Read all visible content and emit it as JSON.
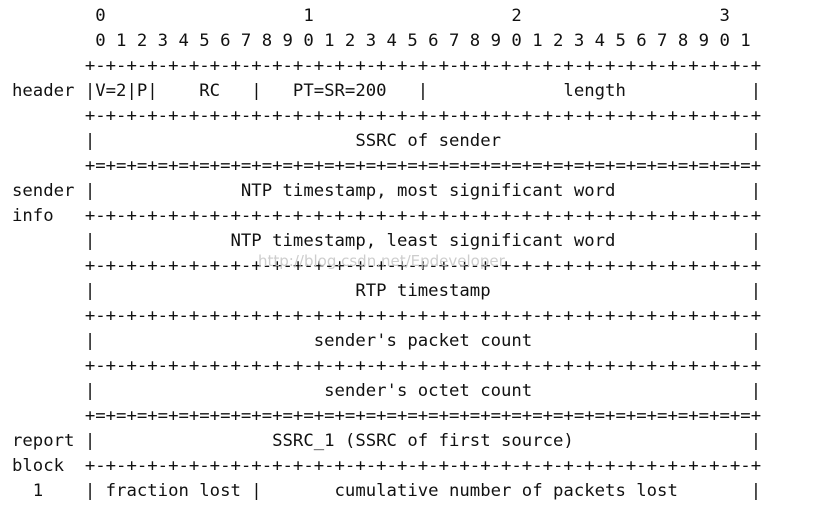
{
  "diagram": {
    "lines": [
      "        0                   1                   2                   3",
      "        0 1 2 3 4 5 6 7 8 9 0 1 2 3 4 5 6 7 8 9 0 1 2 3 4 5 6 7 8 9 0 1",
      "       +-+-+-+-+-+-+-+-+-+-+-+-+-+-+-+-+-+-+-+-+-+-+-+-+-+-+-+-+-+-+-+-+",
      "header |V=2|P|    RC   |   PT=SR=200   |             length            |",
      "       +-+-+-+-+-+-+-+-+-+-+-+-+-+-+-+-+-+-+-+-+-+-+-+-+-+-+-+-+-+-+-+-+",
      "       |                         SSRC of sender                        |",
      "       +=+=+=+=+=+=+=+=+=+=+=+=+=+=+=+=+=+=+=+=+=+=+=+=+=+=+=+=+=+=+=+=+",
      "sender |              NTP timestamp, most significant word             |",
      "info   +-+-+-+-+-+-+-+-+-+-+-+-+-+-+-+-+-+-+-+-+-+-+-+-+-+-+-+-+-+-+-+-+",
      "       |             NTP timestamp, least significant word             |",
      "       +-+-+-+-+-+-+-+-+-+-+-+-+-+-+-+-+-+-+-+-+-+-+-+-+-+-+-+-+-+-+-+-+",
      "       |                         RTP timestamp                         |",
      "       +-+-+-+-+-+-+-+-+-+-+-+-+-+-+-+-+-+-+-+-+-+-+-+-+-+-+-+-+-+-+-+-+",
      "       |                     sender's packet count                     |",
      "       +-+-+-+-+-+-+-+-+-+-+-+-+-+-+-+-+-+-+-+-+-+-+-+-+-+-+-+-+-+-+-+-+",
      "       |                      sender's octet count                     |",
      "       +=+=+=+=+=+=+=+=+=+=+=+=+=+=+=+=+=+=+=+=+=+=+=+=+=+=+=+=+=+=+=+=+",
      "report |                 SSRC_1 (SSRC of first source)                 |",
      "block  +-+-+-+-+-+-+-+-+-+-+-+-+-+-+-+-+-+-+-+-+-+-+-+-+-+-+-+-+-+-+-+-+",
      "  1    | fraction lost |       cumulative number of packets lost       |"
    ],
    "watermark": "http://blog.csdn.net/Epdeveloper"
  }
}
